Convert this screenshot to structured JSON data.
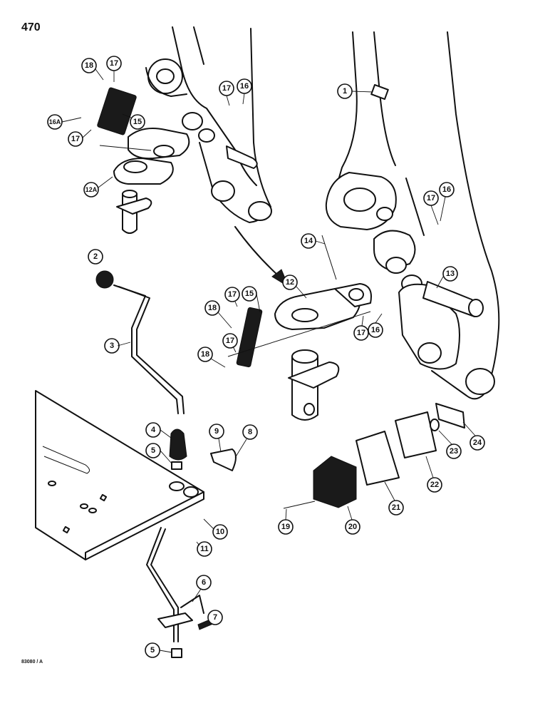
{
  "page_number": "470",
  "figure_code": "83080 / A",
  "callouts": [
    "1",
    "2",
    "3",
    "4",
    "5",
    "5",
    "6",
    "7",
    "8",
    "9",
    "10",
    "11",
    "12",
    "12A",
    "13",
    "14",
    "15",
    "15",
    "16",
    "16",
    "16",
    "16A",
    "17",
    "17",
    "17",
    "17",
    "17",
    "17",
    "17",
    "18",
    "18",
    "18",
    "19",
    "20",
    "21",
    "22",
    "23",
    "24"
  ]
}
